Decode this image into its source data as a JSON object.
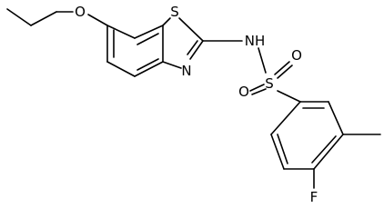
{
  "structure": {
    "atoms": {
      "oxygen_ether": "O",
      "sulfur_thiazole": "S",
      "nitrogen_thiazole": "N",
      "amine": "NH",
      "sulfur_sulfonyl": "S",
      "oxygen_sulfonyl_top": "O",
      "oxygen_sulfonyl_left": "O",
      "fluorine": "F"
    },
    "colors": {
      "ink": "#000000",
      "background": "#ffffff"
    }
  }
}
